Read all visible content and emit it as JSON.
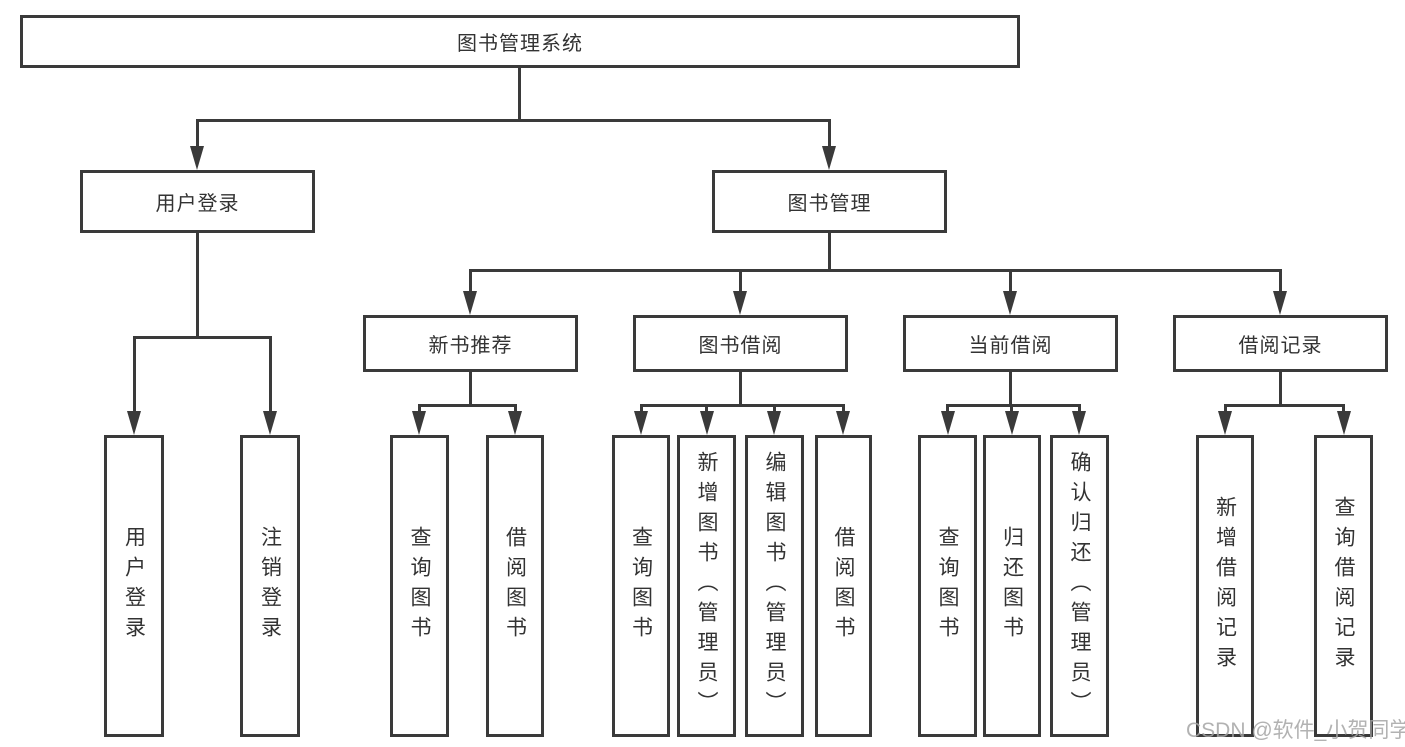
{
  "diagram": {
    "type": "tree",
    "root": {
      "label": "图书管理系统",
      "children": [
        {
          "label": "用户登录",
          "children": [
            {
              "label": "用户登录"
            },
            {
              "label": "注销登录"
            }
          ]
        },
        {
          "label": "图书管理",
          "children": [
            {
              "label": "新书推荐",
              "children": [
                {
                  "label": "查询图书"
                },
                {
                  "label": "借阅图书"
                }
              ]
            },
            {
              "label": "图书借阅",
              "children": [
                {
                  "label": "查询图书"
                },
                {
                  "label": "新增图书（管理员）"
                },
                {
                  "label": "编辑图书（管理员）"
                },
                {
                  "label": "借阅图书"
                }
              ]
            },
            {
              "label": "当前借阅",
              "children": [
                {
                  "label": "查询图书"
                },
                {
                  "label": "归还图书"
                },
                {
                  "label": "确认归还（管理员）"
                }
              ]
            },
            {
              "label": "借阅记录",
              "children": [
                {
                  "label": "新增借阅记录"
                },
                {
                  "label": "查询借阅记录"
                }
              ]
            }
          ]
        }
      ]
    },
    "watermark": "CSDN @软件_小贺同学",
    "colors": {
      "line": "#3a3a3a",
      "box_border": "#3a3a3a",
      "text": "#333333",
      "background": "#ffffff",
      "watermark": "#a5a5a5"
    }
  }
}
